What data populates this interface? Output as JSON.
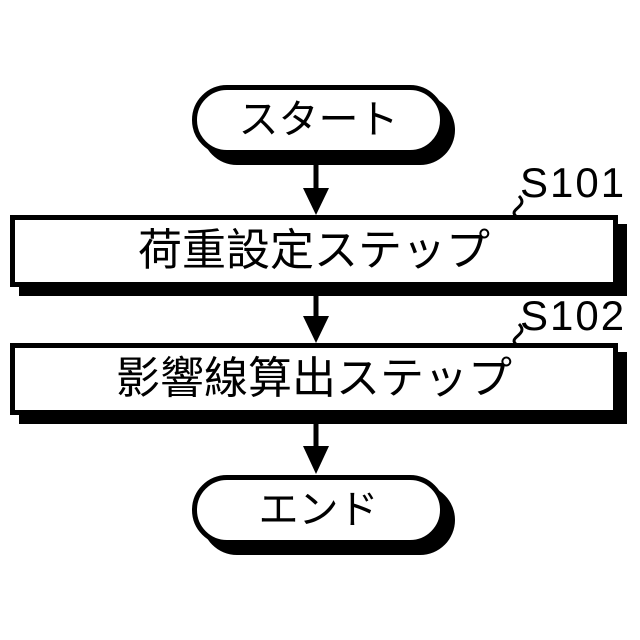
{
  "diagram": {
    "type": "flowchart",
    "background_color": "#ffffff",
    "ink_color": "#000000",
    "nodes": [
      {
        "id": "start",
        "shape": "terminator",
        "label": "スタート"
      },
      {
        "id": "step1",
        "shape": "process",
        "label": "荷重設定ステップ",
        "step_label": "S101"
      },
      {
        "id": "step2",
        "shape": "process",
        "label": "影響線算出ステップ",
        "step_label": "S102"
      },
      {
        "id": "end",
        "shape": "terminator",
        "label": "エンド"
      }
    ],
    "edges": [
      {
        "from": "start",
        "to": "step1",
        "style": "arrow-down"
      },
      {
        "from": "step1",
        "to": "step2",
        "style": "arrow-down"
      },
      {
        "from": "step2",
        "to": "end",
        "style": "arrow-down"
      }
    ]
  }
}
